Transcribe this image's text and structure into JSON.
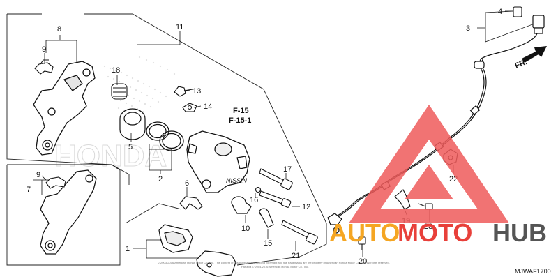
{
  "diagram": {
    "labels": {
      "l1": "1",
      "l2": "2",
      "l3": "3",
      "l4": "4",
      "l5": "5",
      "l6": "6",
      "l7": "7",
      "l8": "8",
      "l9a": "9",
      "l9b": "9",
      "l10": "10",
      "l11": "11",
      "l12": "12",
      "l13": "13",
      "l14": "14",
      "l15": "15",
      "l16": "16",
      "l17": "17",
      "l18": "18",
      "l19": "19",
      "l20": "20",
      "l21": "21",
      "l22": "22",
      "l23": "23"
    },
    "refs": {
      "f15": "F-15",
      "f151": "F-15-1"
    },
    "direction_label": "FR.",
    "diagram_code": "MJWAF1700",
    "caliper_logo": "NISSIN",
    "background_logo": "HONDA",
    "copyright_line1": "© 2003-2016 American Honda Motor Co., Inc. This content of this publication, including copyright and the trademarks are the property of American Honda Motor Co., Inc. All rights reserved.",
    "copyright_line2": "Partzilla © 2004-2016 American Honda Motor Co., Inc."
  },
  "watermark": {
    "text_orange": "AUTO",
    "text_red": "MOTO",
    "text_gray": "HUB",
    "color_orange": "#f5a623",
    "color_red": "#e8403a",
    "color_gray": "#555555",
    "triangle_color": "#ef5b5b"
  }
}
